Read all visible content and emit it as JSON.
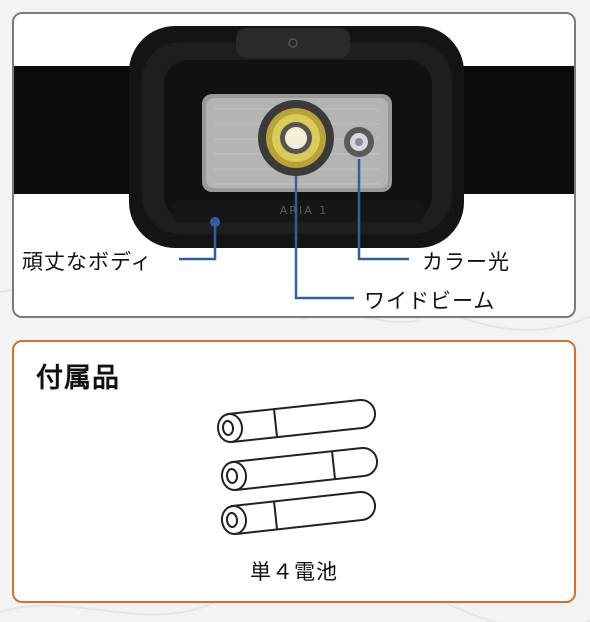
{
  "product": {
    "model_marking": "ARIA 1",
    "callouts": {
      "body": "頑丈なボディ",
      "color_light": "カラー光",
      "wide_beam": "ワイドビーム"
    }
  },
  "accessories": {
    "title": "付属品",
    "battery_caption": "単４電池"
  },
  "colors": {
    "callout_line": "#2f5fa3",
    "accent_border": "#d3702a",
    "frame_border": "#7b7b7b"
  }
}
